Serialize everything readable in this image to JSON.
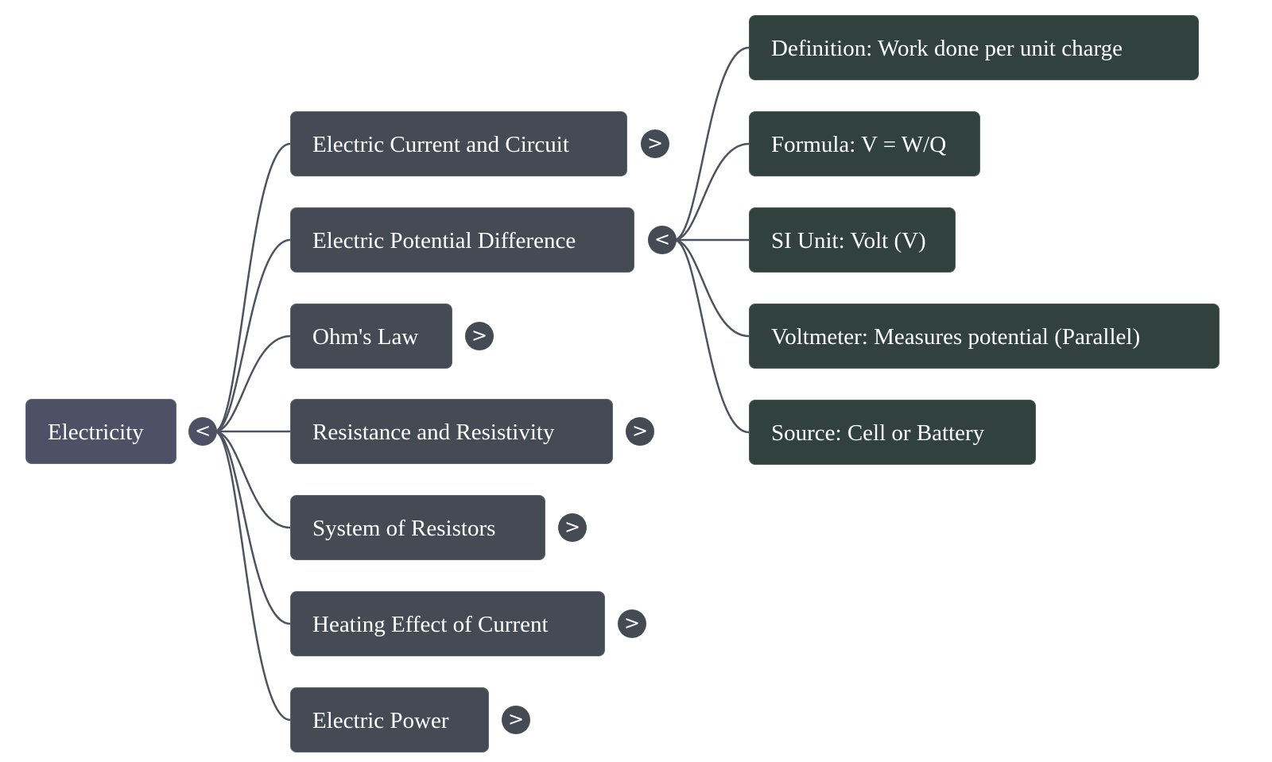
{
  "root": {
    "label": "Electricity",
    "toggle": "<"
  },
  "topics": [
    {
      "label": "Electric Current and Circuit",
      "toggle": ">"
    },
    {
      "label": "Electric Potential Difference",
      "toggle": "<"
    },
    {
      "label": "Ohm's Law",
      "toggle": ">"
    },
    {
      "label": "Resistance and Resistivity",
      "toggle": ">"
    },
    {
      "label": "System of Resistors",
      "toggle": ">"
    },
    {
      "label": "Heating Effect of Current",
      "toggle": ">"
    },
    {
      "label": "Electric Power",
      "toggle": ">"
    }
  ],
  "potential_children": [
    {
      "label": "Definition: Work done per unit charge"
    },
    {
      "label": "Formula: V = W/Q"
    },
    {
      "label": "SI Unit: Volt (V)"
    },
    {
      "label": "Voltmeter: Measures potential (Parallel)"
    },
    {
      "label": "Source: Cell or Battery"
    }
  ],
  "colors": {
    "root": "#4e5066",
    "topic": "#444b55",
    "detail": "#31413d",
    "link": "#4e5361"
  }
}
